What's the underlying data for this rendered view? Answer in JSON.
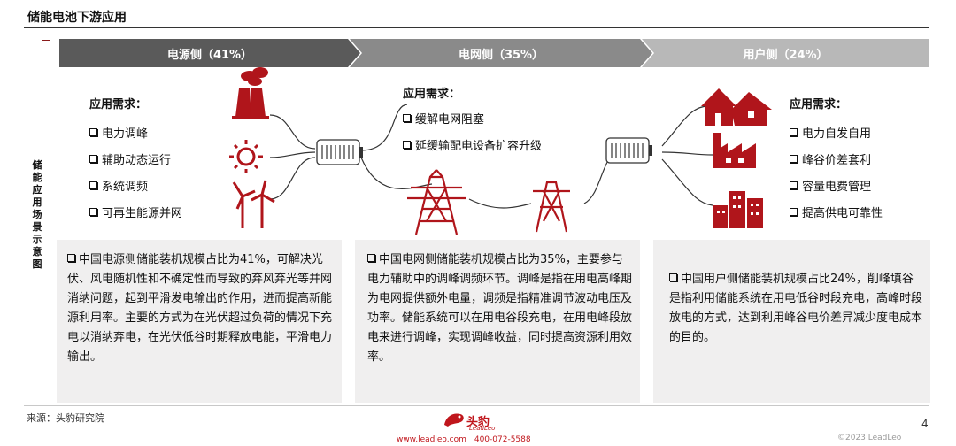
{
  "header": {
    "title": "储能电池下游应用"
  },
  "side_label": "储能应用场景示意图",
  "banner": [
    {
      "label": "电源侧（41%）",
      "color": "#5a5a5a"
    },
    {
      "label": "电网侧（35%）",
      "color": "#8a8a8a"
    },
    {
      "label": "用户侧（24%）",
      "color": "#b8b8b8"
    }
  ],
  "columns": [
    {
      "req_title": "应用需求：",
      "items": [
        "电力调峰",
        "辅助动态运行",
        "系统调频",
        "可再生能源并网"
      ],
      "description": "中国电源侧储能装机规模占比为41%，可解决光伏、风电随机性和不确定性而导致的弃风弃光等并网消纳问题，起到平滑发电输出的作用，进而提高新能源利用率。主要的方式为在光伏超过负荷的情况下充电以消纳弃电，在光伏低谷时期释放电能，平滑电力输出。"
    },
    {
      "req_title": "应用需求：",
      "items": [
        "缓解电网阻塞",
        "延缓输配电设备扩容升级"
      ],
      "description": "中国电网侧储能装机规模占比为35%，主要参与电力辅助中的调峰调频环节。调峰是指在用电高峰期为电网提供额外电量，调频是指精准调节波动电压及功率。储能系统可以在用电谷段充电，在用电峰段放电来进行调峰，实现调峰收益，同时提高资源利用效率。"
    },
    {
      "req_title": "应用需求：",
      "items": [
        "电力自发自用",
        "峰谷价差套利",
        "容量电费管理",
        "提高供电可靠性"
      ],
      "description": "中国用户侧储能装机规模占比24%，削峰填谷是指利用储能系统在用电低谷时段充电，高峰时段放电的方式，达到利用峰谷电价差异减少度电成本的目的。"
    }
  ],
  "footer": {
    "source": "来源：头豹研究院",
    "brand_cn": "头豹",
    "brand_en": "LeadLeo",
    "contact": "www.leadleo.com　400-072-5588",
    "copyright": "©2023 LeadLeo",
    "page_number": "4"
  },
  "colors": {
    "accent": "#c0161c",
    "icon": "#b0151b"
  }
}
